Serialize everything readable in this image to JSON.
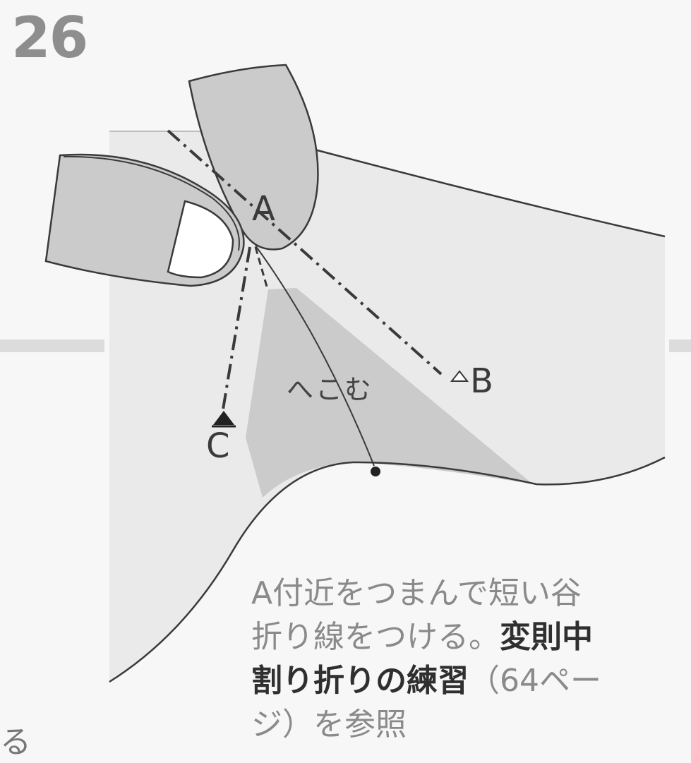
{
  "step": {
    "number": "26"
  },
  "diagram": {
    "point_a": "A",
    "point_b": "B",
    "point_c": "C",
    "indent_label": "へこむ"
  },
  "caption": {
    "line1": "A付近をつまんで短い谷",
    "line2_plain": "折り線をつける。",
    "line2_bold": "変則中",
    "line3_bold": "割り折りの練習",
    "line3_plain": "（64ペー",
    "line4": "ジ）を参照"
  },
  "edge_fragment": "る",
  "colors": {
    "paper": "#eaeaea",
    "fold_shade": "#cbcbcb",
    "line": "#3a3a3a",
    "number_gray": "#8e8e8e"
  }
}
